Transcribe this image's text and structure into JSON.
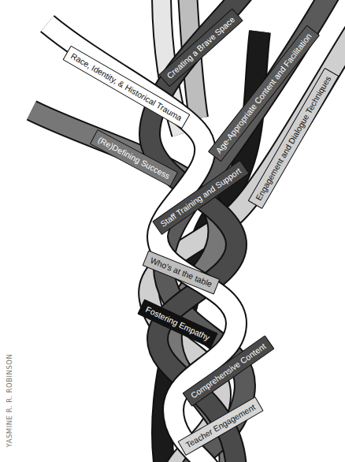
{
  "diagram": {
    "nodes": [
      {
        "text": [
          "Creating a Brave Space"
        ]
      },
      {
        "text": [
          "Race, Identity, & Historical Trauma"
        ]
      },
      {
        "text": [
          "Age-Appropriate Content and Facilitation"
        ]
      },
      {
        "text": [
          "Engagement and Dialogue Techniques"
        ]
      },
      {
        "text": [
          "(Re)Defining Success"
        ]
      },
      {
        "text": [
          "Staff Training and Support"
        ]
      },
      {
        "text": [
          "Who's at the table"
        ]
      },
      {
        "text": [
          "Fostering Empathy"
        ]
      },
      {
        "text": [
          "Comprehensive Content"
        ]
      },
      {
        "text": [
          "Teacher Engagement"
        ]
      }
    ],
    "labels": [
      "YASMINE R. R. ROBINSON"
    ]
  }
}
